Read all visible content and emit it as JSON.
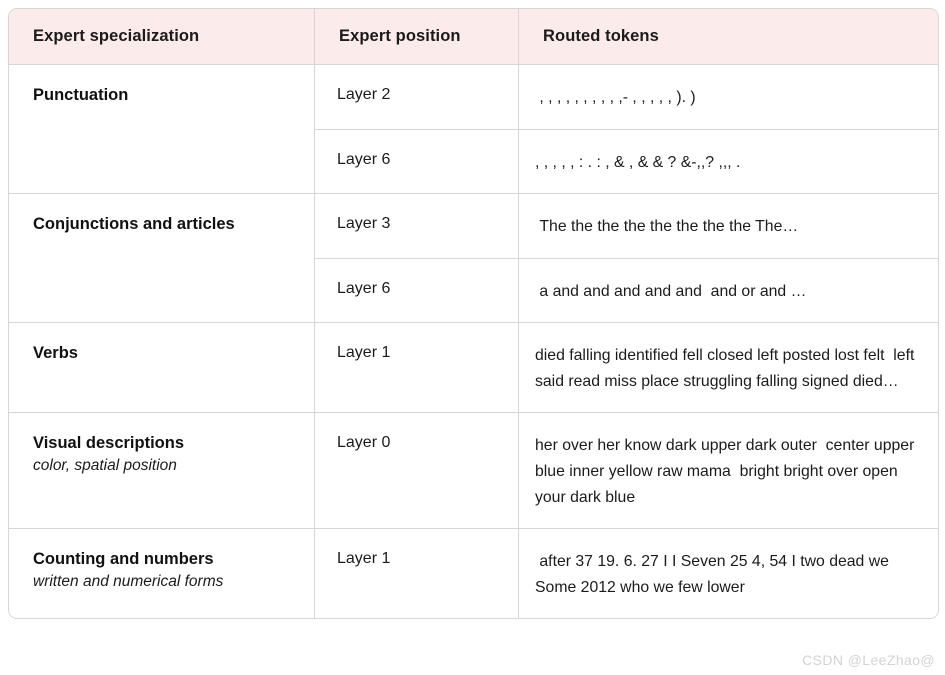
{
  "table": {
    "headers": [
      {
        "label": "Expert specialization"
      },
      {
        "label": "Expert position"
      },
      {
        "label": "Routed tokens"
      }
    ],
    "groups": [
      {
        "specialization": "Punctuation",
        "subtitle": "",
        "rows": [
          {
            "position": "Layer 2",
            "tokens": " , , , , , , , , , ,- , , , , , ). )"
          },
          {
            "position": "Layer 6",
            "tokens": ", , , , , : . : , & , & & ? &-,,? ,,, ."
          }
        ]
      },
      {
        "specialization": "Conjunctions and articles",
        "subtitle": "",
        "rows": [
          {
            "position": "Layer 3",
            "tokens": " The the the the the the the the The…"
          },
          {
            "position": "Layer 6",
            "tokens": " a and and and and and  and or and …"
          }
        ]
      },
      {
        "specialization": "Verbs",
        "subtitle": "",
        "rows": [
          {
            "position": "Layer 1",
            "tokens": "died falling identified fell closed left posted lost felt  left said read miss place struggling falling signed died…"
          }
        ]
      },
      {
        "specialization": "Visual descriptions",
        "subtitle": "color, spatial position",
        "rows": [
          {
            "position": "Layer 0",
            "tokens": "her over her know dark upper dark outer  center upper blue inner yellow raw mama  bright bright over open your dark blue"
          }
        ]
      },
      {
        "specialization": "Counting and numbers",
        "subtitle": "written and numerical forms",
        "rows": [
          {
            "position": "Layer 1",
            "tokens": " after 37 19. 6. 27 I I Seven 25 4, 54 I two dead we  Some 2012 who we few lower"
          }
        ]
      }
    ]
  },
  "watermark": {
    "text": "CSDN @LeeZhao@"
  },
  "colors": {
    "header_background": "#fbebea",
    "border": "#d6d6d6",
    "text": "#1b1b1b",
    "watermark": "#d3d3d3"
  }
}
